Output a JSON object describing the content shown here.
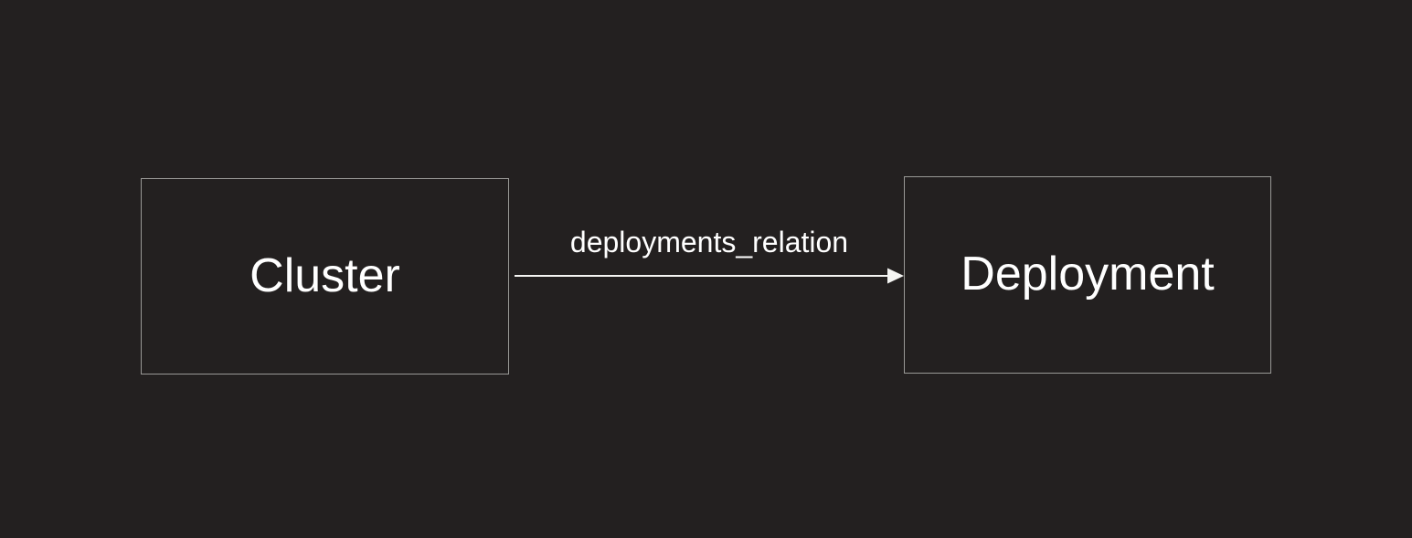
{
  "diagram": {
    "nodes": [
      {
        "id": "cluster",
        "label": "Cluster"
      },
      {
        "id": "deployment",
        "label": "Deployment"
      }
    ],
    "edges": [
      {
        "from": "cluster",
        "to": "deployment",
        "label": "deployments_relation",
        "arrowhead": "filled-triangle",
        "direction": "left-to-right"
      }
    ],
    "colors": {
      "background": "#232020",
      "node_border": "#999996",
      "node_fill": "#232020",
      "label_text": "#ffffff",
      "edge_line": "#f5f5f3"
    }
  }
}
